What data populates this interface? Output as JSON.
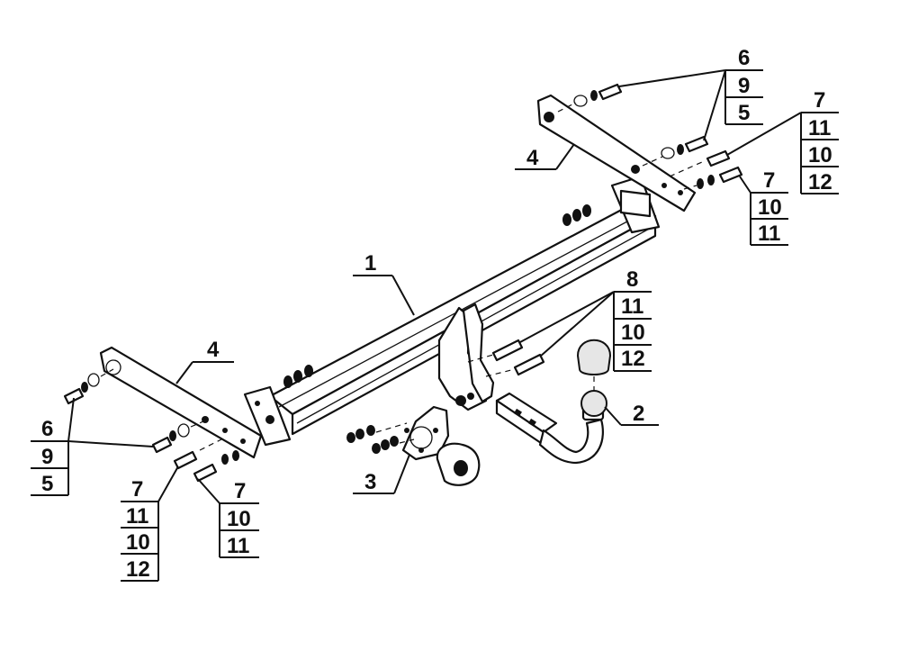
{
  "labels": {
    "main_beam": "1",
    "tow_ball": "2",
    "socket_bracket": "3",
    "side_bracket_right": "4",
    "side_bracket_left": "4"
  },
  "callout_stacks": {
    "top_right_a": [
      "6",
      "9",
      "5"
    ],
    "right_b": [
      "7",
      "11",
      "10",
      "12"
    ],
    "right_c": [
      "7",
      "10",
      "11"
    ],
    "center": [
      "8",
      "11",
      "10",
      "12"
    ],
    "left_a": [
      "6",
      "9",
      "5"
    ],
    "left_b": [
      "7",
      "11",
      "10",
      "12"
    ],
    "left_c": [
      "7",
      "10",
      "11"
    ]
  }
}
